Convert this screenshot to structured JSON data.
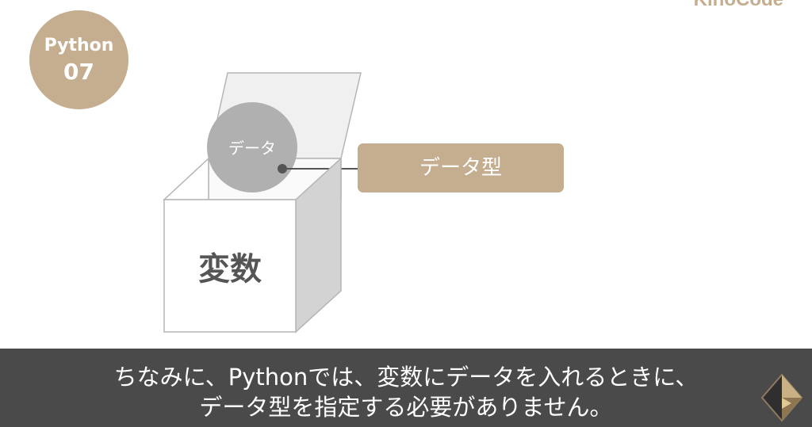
{
  "badge": {
    "line1": "Python",
    "line2": "07"
  },
  "brand": "KinoCode",
  "diagram": {
    "data_label": "データ",
    "variable_label": "変数",
    "type_label": "データ型"
  },
  "caption": {
    "line1": "ちなみに、Pythonでは、変数にデータを入れるときに、",
    "line2": "データ型を指定する必要がありません。"
  },
  "colors": {
    "accent": "#c5ad8f",
    "caption_bg": "#4a4a4a",
    "box_line": "#b5b5b5",
    "data_ball": "#b0b0b0",
    "connector": "#555555"
  },
  "icons": {
    "channel_logo": "gold-diamond-logo-icon"
  }
}
